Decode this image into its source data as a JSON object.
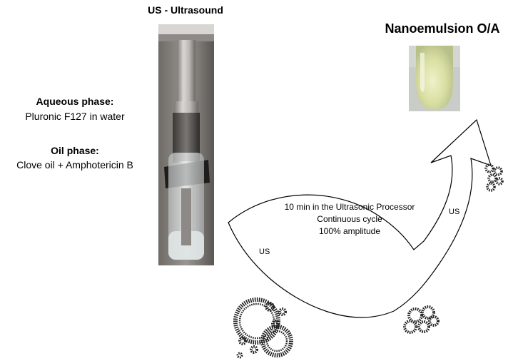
{
  "titles": {
    "ultrasound": "US - Ultrasound",
    "nanoemulsion": "Nanoemulsion O/A"
  },
  "phases": {
    "aqueous_label": "Aqueous phase:",
    "aqueous_text": "Pluronic F127 in water",
    "oil_label": "Oil phase:",
    "oil_text": "Clove oil + Amphotericin B"
  },
  "process": {
    "line1": "10 min in the Ultrasonic Processor",
    "line2": "Continuous cycle",
    "line3": "100% amplitude"
  },
  "arrow_labels": {
    "left": "US",
    "right": "US"
  }
}
